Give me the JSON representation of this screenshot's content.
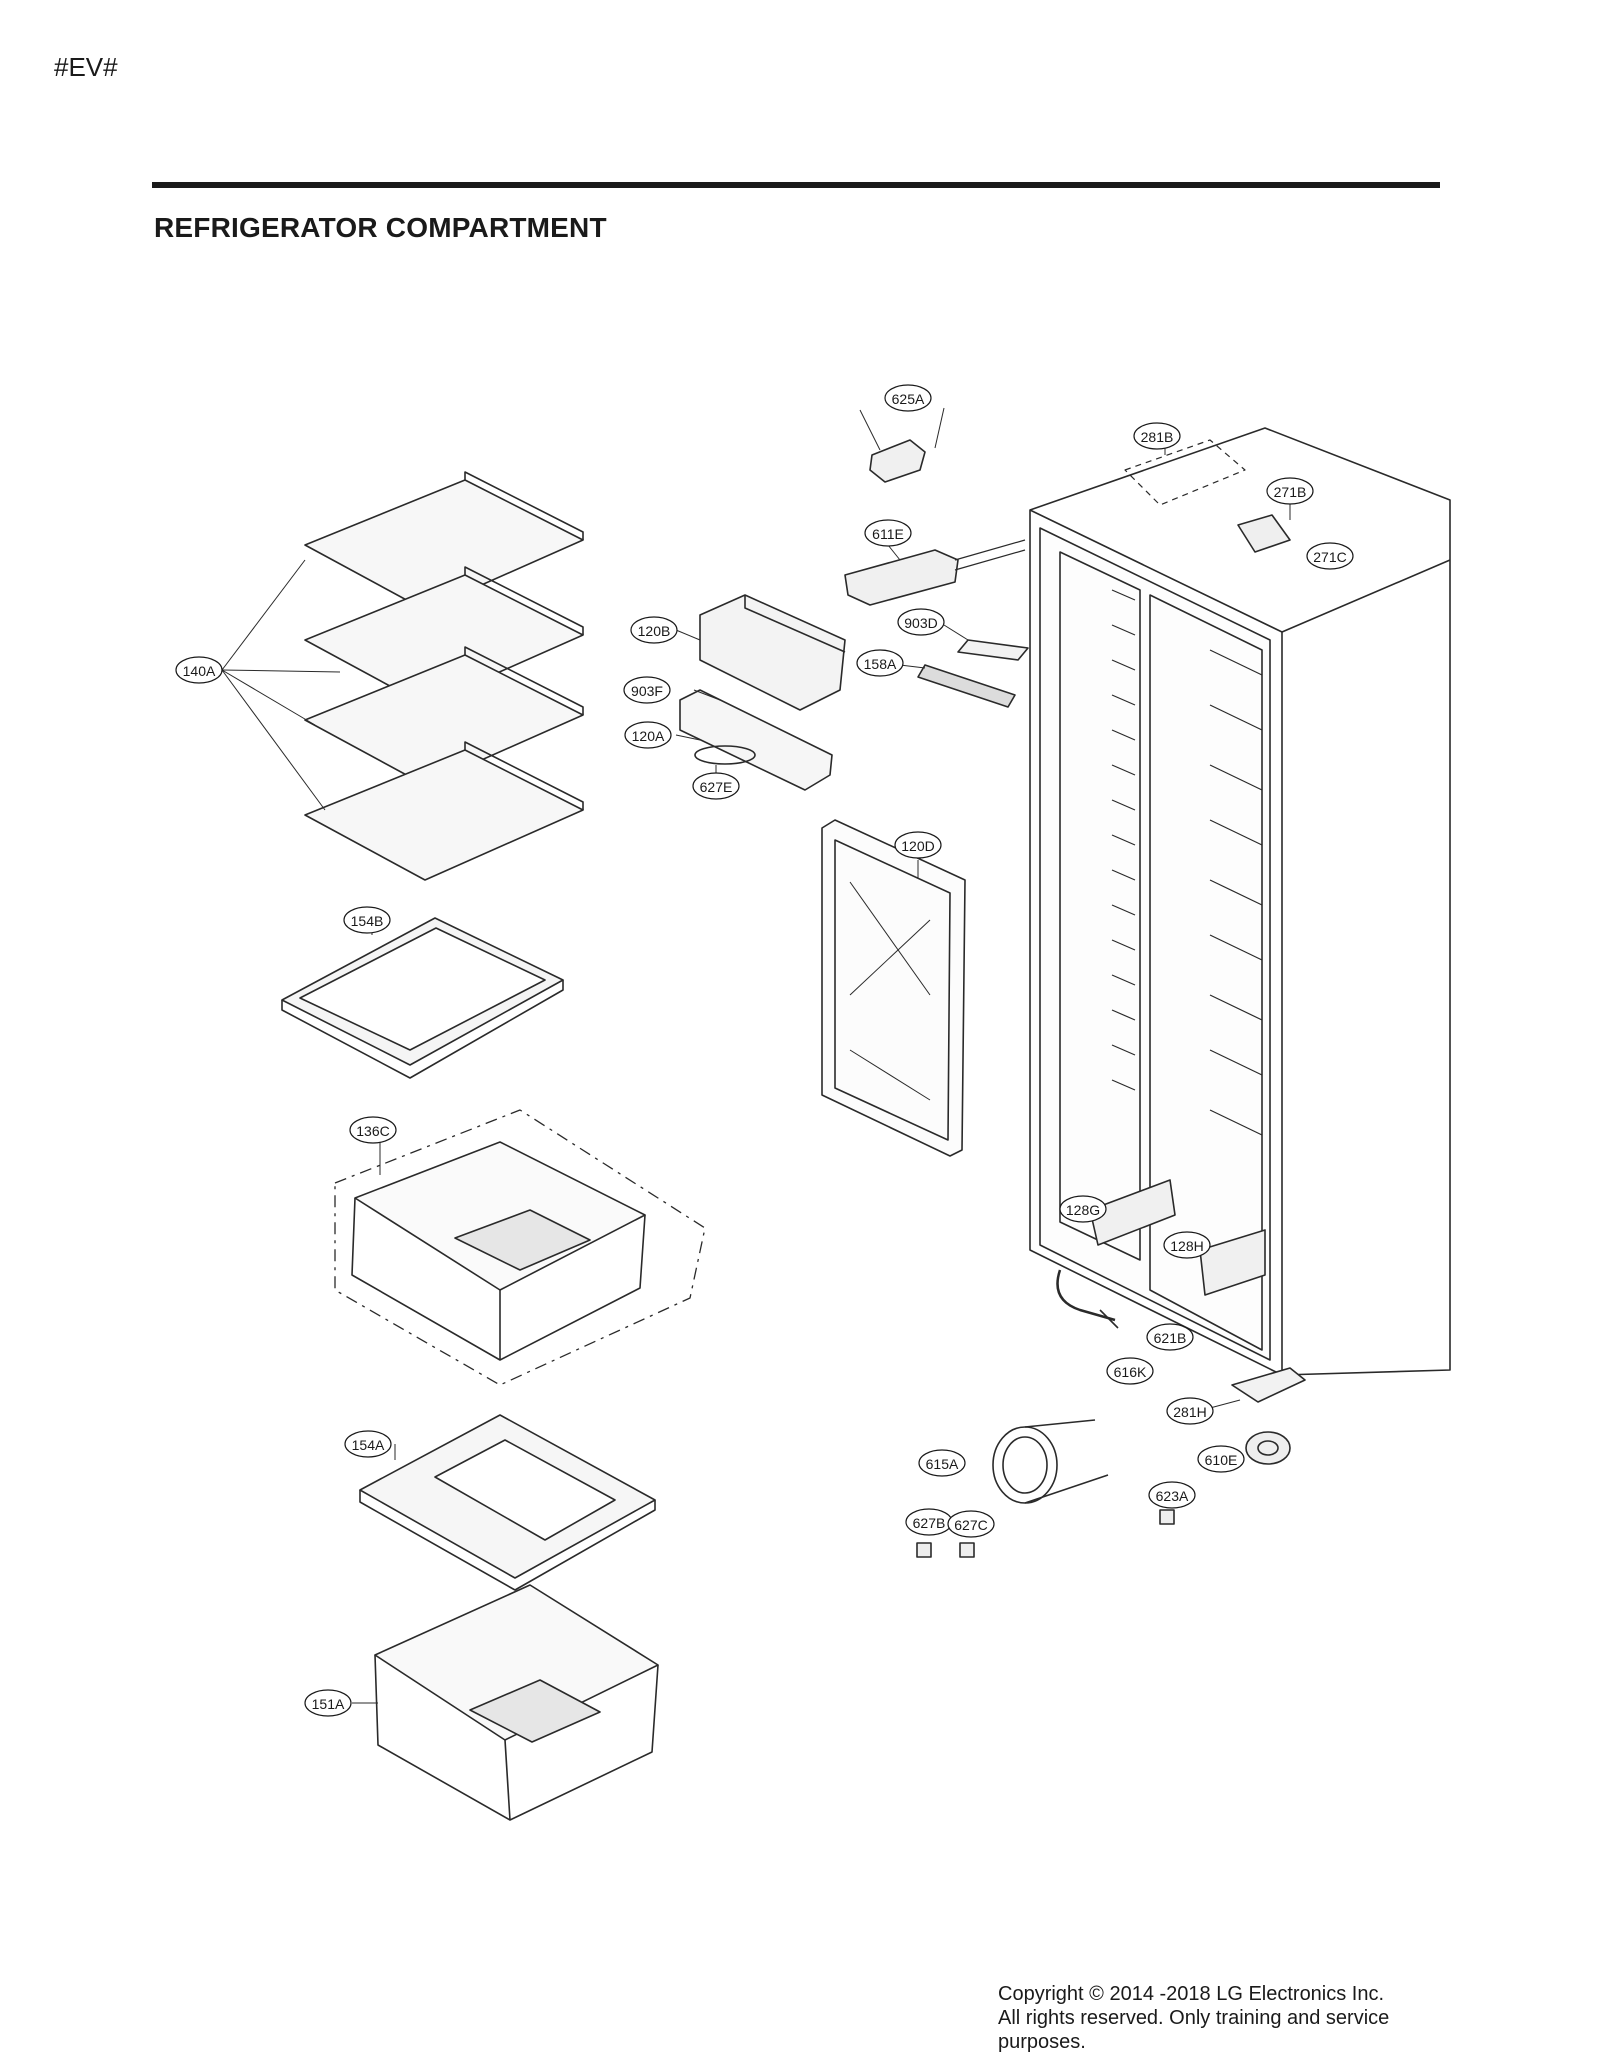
{
  "header": {
    "page_code": "#EV#",
    "title": "REFRIGERATOR COMPARTMENT"
  },
  "callouts": {
    "c140A": "140A",
    "c154B": "154B",
    "c136C": "136C",
    "c154A": "154A",
    "c151A": "151A",
    "c625A": "625A",
    "c611E": "611E",
    "c120B": "120B",
    "c903F": "903F",
    "c120A": "120A",
    "c627E": "627E",
    "c903D": "903D",
    "c158A": "158A",
    "c120D": "120D",
    "c281B": "281B",
    "c271B": "271B",
    "c271C": "271C",
    "c128G": "128G",
    "c128H": "128H",
    "c621B": "621B",
    "c616K": "616K",
    "c281H": "281H",
    "c610E": "610E",
    "c615A": "615A",
    "c623A": "623A",
    "c627B": "627B",
    "c627C": "627C"
  },
  "footer": {
    "copyright_line1": "Copyright © 2014 -2018 LG Electronics Inc.",
    "copyright_line2": "All rights reserved. Only training and service",
    "copyright_line3": "purposes."
  }
}
